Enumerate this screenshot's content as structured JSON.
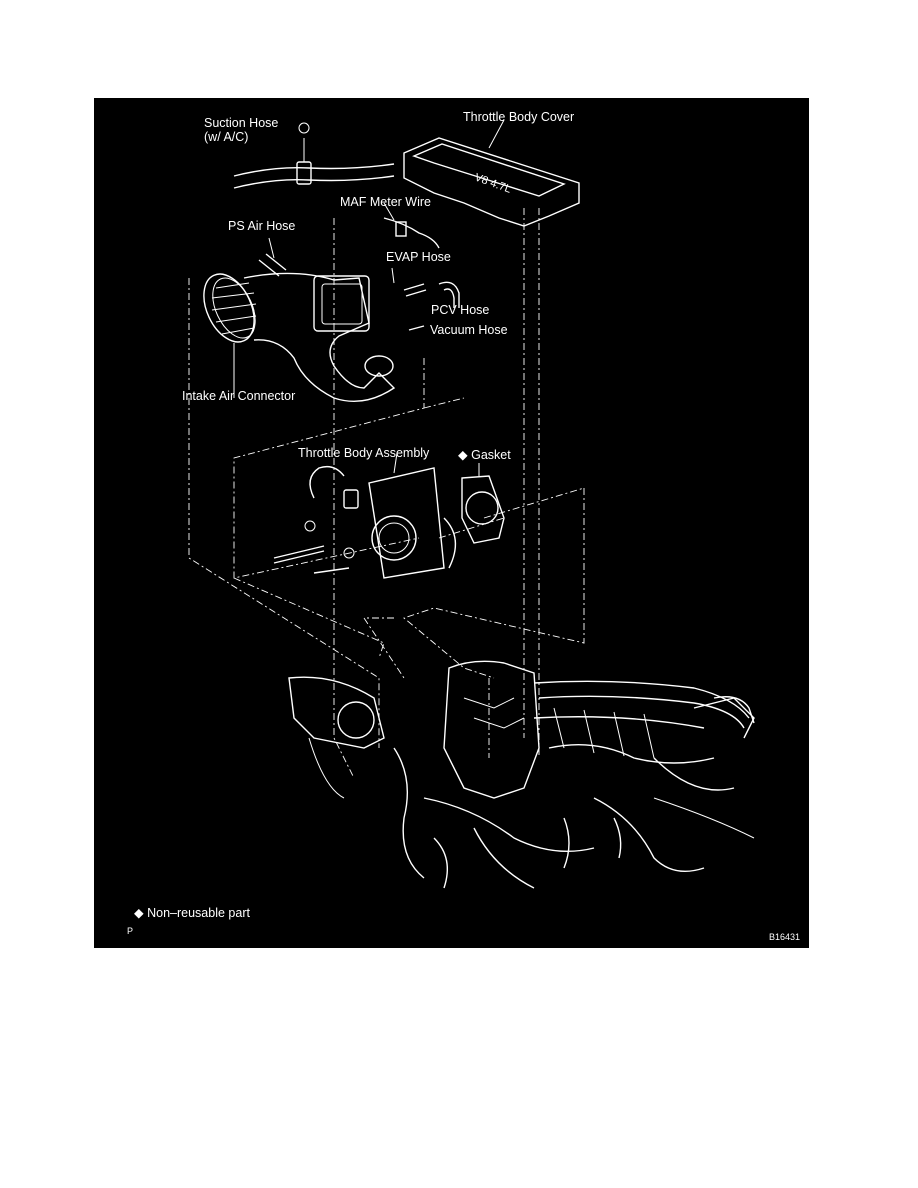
{
  "labels": {
    "suction_hose_line1": "Suction Hose",
    "suction_hose_line2": "(w/ A/C)",
    "throttle_body_cover": "Throttle Body Cover",
    "maf_meter_wire": "MAF Meter Wire",
    "ps_air_hose": "PS Air Hose",
    "evap_hose": "EVAP Hose",
    "pcv_hose": "PCV Hose",
    "vacuum_hose": "Vacuum Hose",
    "intake_air_connector": "Intake Air Connector",
    "throttle_body_assembly": "Throttle Body Assembly",
    "gasket": "Gasket",
    "legend_non_reusable": "Non–reusable part",
    "corner_code": "P",
    "figure_id": "B16431"
  },
  "symbols": {
    "non_reusable_marker": "◆"
  },
  "colors": {
    "background": "#000000",
    "line_art": "#ffffff",
    "page": "#ffffff"
  }
}
